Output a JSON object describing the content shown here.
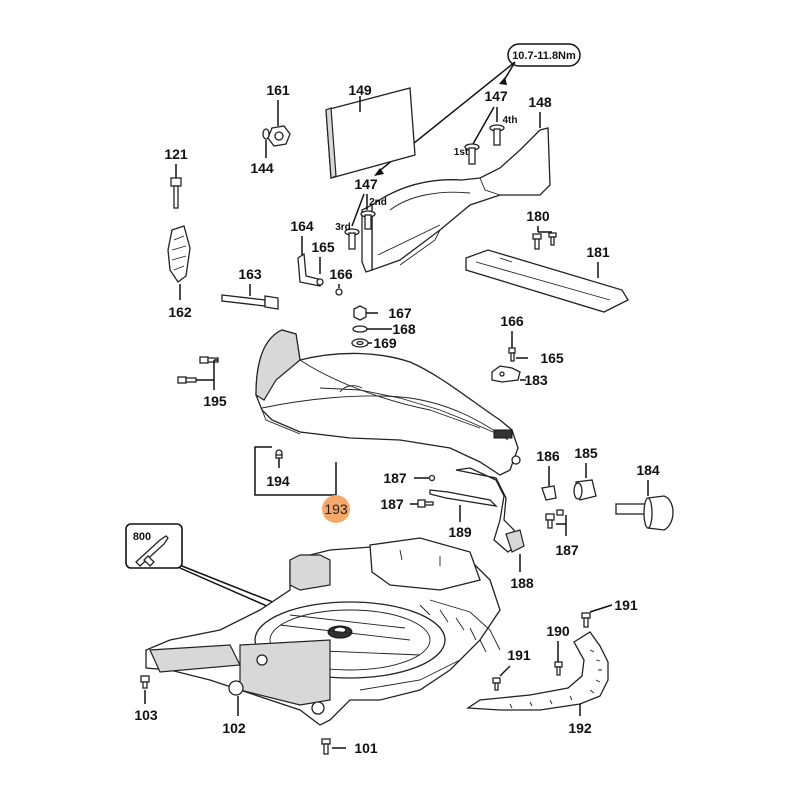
{
  "diagram": {
    "type": "exploded-parts-diagram",
    "torque_note": "10.7-11.8Nm",
    "tool_callout": "800",
    "highlighted_part": "193",
    "highlight_color": "#f4a86a",
    "tightening_order": [
      "1st",
      "2nd",
      "3rd",
      "4th"
    ],
    "labels": {
      "p149": "149",
      "p161": "161",
      "p144": "144",
      "p121": "121",
      "p147a": "147",
      "p147b": "147",
      "p148": "148",
      "p164": "164",
      "p165a": "165",
      "p166a": "166",
      "p163": "163",
      "p162": "162",
      "p180": "180",
      "p181": "181",
      "p167": "167",
      "p168": "168",
      "p169": "169",
      "p166b": "166",
      "p165b": "165",
      "p183": "183",
      "p195": "195",
      "p194": "194",
      "p193": "193",
      "p186": "186",
      "p185": "185",
      "p184": "184",
      "p187a": "187",
      "p187b": "187",
      "p187c": "187",
      "p189": "189",
      "p188": "188",
      "p191a": "191",
      "p190": "190",
      "p191b": "191",
      "p192": "192",
      "p103": "103",
      "p102": "102",
      "p101": "101"
    }
  }
}
